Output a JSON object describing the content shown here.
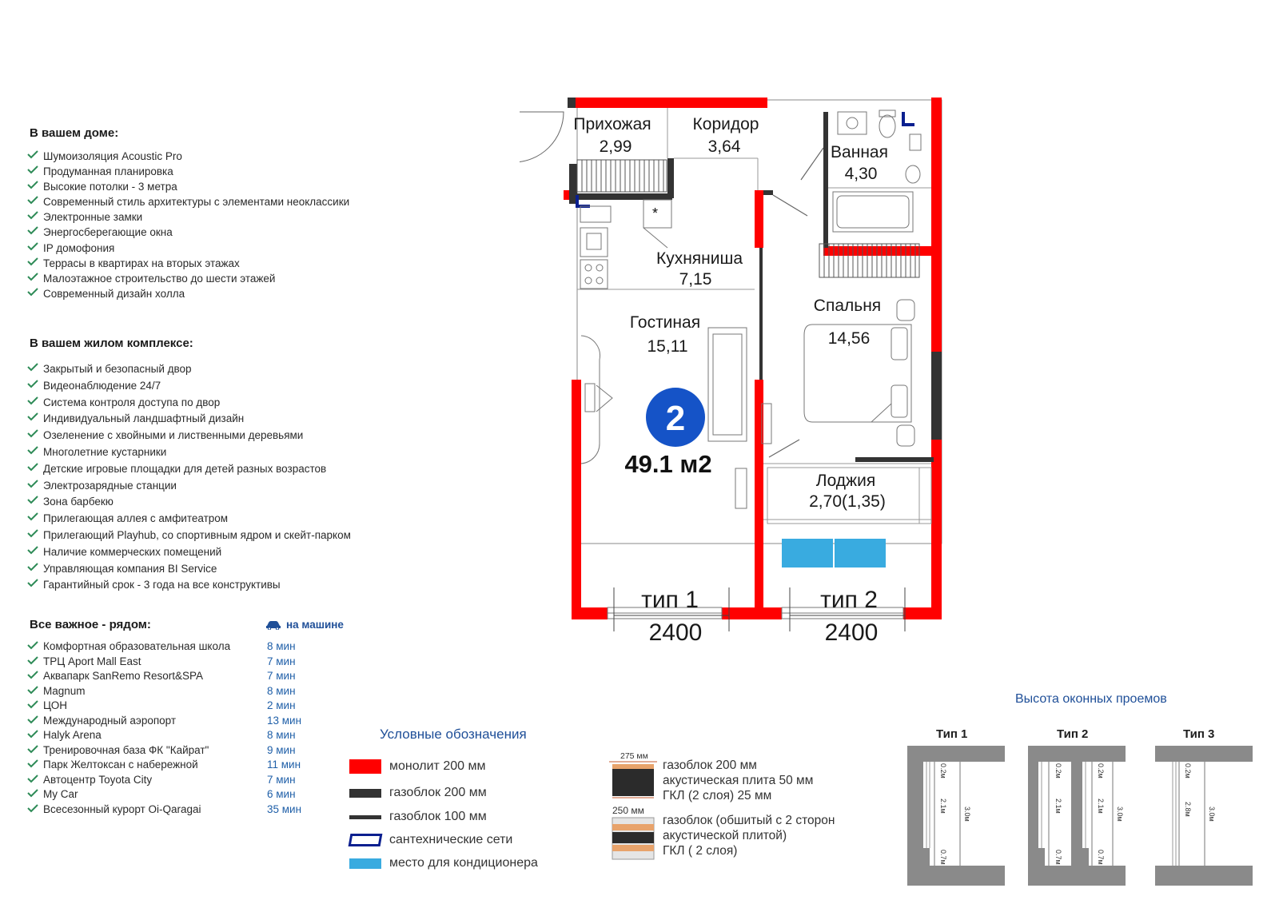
{
  "house": {
    "title": "В вашем доме:",
    "items": [
      "Шумоизоляция Acoustic Pro",
      "Продуманная планировка",
      "Высокие потолки - 3 метра",
      "Современный стиль архитектуры с элементами неоклассики",
      "Электронные замки",
      "Энергосберегающие окна",
      "IP домофония",
      "Террасы в квартирах на вторых этажах",
      "Малоэтажное строительство до шести этажей",
      "Современный дизайн холла"
    ]
  },
  "complex": {
    "title": "В вашем жилом комплексе:",
    "items": [
      "Закрытый и безопасный двор",
      "Видеонаблюдение 24/7",
      "Система контроля доступа по двор",
      "Индивидуальный ландшафтный дизайн",
      "Озеленение с хвойными и лиственными деревьями",
      "Многолетние кустарники",
      "Детские игровые площадки для детей разных возрастов",
      "Электрозарядные станции",
      "Зона барбекю",
      "Прилегающая аллея с амфитеатром",
      "Прилегающий Playhub, со спортивным ядром и скейт-парком",
      "Наличие коммерческих помещений",
      "Управляющая компания BI Service",
      "Гарантийный срок - 3 года на все конструктивы"
    ]
  },
  "nearby": {
    "title": "Все важное - рядом:",
    "mode": "на машине",
    "items": [
      {
        "name": "Комфортная образовательная школа",
        "time": "8 мин"
      },
      {
        "name": "ТРЦ Aport Mall East",
        "time": "7 мин"
      },
      {
        "name": "Аквапарк SanRemo Resort&SPA",
        "time": "7 мин"
      },
      {
        "name": "Magnum",
        "time": "8 мин"
      },
      {
        "name": "ЦОН",
        "time": "2 мин"
      },
      {
        "name": "Международный аэропорт",
        "time": "13 мин"
      },
      {
        "name": "Halyk Arena",
        "time": "8 мин"
      },
      {
        "name": "Тренировочная база ФК \"Кайрат\"",
        "time": "9 мин"
      },
      {
        "name": "Парк Желтоксан с набережной",
        "time": "11 мин"
      },
      {
        "name": "Автоцентр Toyota City",
        "time": "7 мин"
      },
      {
        "name": "My Car",
        "time": "6 мин"
      },
      {
        "name": "Всесезонный курорт Oi-Qaragai",
        "time": "35 мин"
      }
    ]
  },
  "plan": {
    "rooms": [
      {
        "name": "Прихожая",
        "area": "2,99"
      },
      {
        "name": "Коридор",
        "area": "3,64"
      },
      {
        "name": "Ванная",
        "area": "4,30"
      },
      {
        "name": "Кухняниша",
        "area": "7,15"
      },
      {
        "name": "Гостиная",
        "area": "15,11"
      },
      {
        "name": "Спальня",
        "area": "14,56"
      },
      {
        "name": "Лоджия",
        "area": "2,70(1,35)"
      }
    ],
    "rooms_count": "2",
    "total_area": "49.1 м2",
    "kitchen_mark": "*",
    "window_types": [
      {
        "label": "тип 1",
        "width": "2400"
      },
      {
        "label": "тип 2",
        "width": "2400"
      }
    ]
  },
  "legend": {
    "title": "Условные обозначения",
    "items": [
      {
        "label": "монолит 200 мм",
        "color": "#ff0000"
      },
      {
        "label": "газоблок 200 мм",
        "color": "#333333"
      },
      {
        "label": "газоблок 100 мм",
        "color": "#333333"
      },
      {
        "label": "сантехнические сети",
        "color": "#0a1f8f"
      },
      {
        "label": "место для кондиционера",
        "color": "#39abe0"
      }
    ],
    "walls": [
      {
        "dim": "275 мм",
        "lines": [
          "газоблок 200 мм",
          "акустическая плита 50 мм",
          "ГКЛ (2 слоя) 25 мм"
        ]
      },
      {
        "dim": "250 мм",
        "lines": [
          "газоблок (обшитый с 2 сторон",
          "акустической плитой)",
          "ГКЛ ( 2 слоя)"
        ]
      }
    ]
  },
  "windows": {
    "title": "Высота оконных проемов",
    "types": [
      {
        "label": "Тип 1",
        "top": "0.2м",
        "mid": "2.1м",
        "bottom": "0.7м",
        "total": "3.0м"
      },
      {
        "label": "Тип 2",
        "top": "0.2м",
        "mid": "2.1м",
        "bottom": "0.7м",
        "total": "3.0м"
      },
      {
        "label": "Тип 3",
        "top": "0.2м",
        "mid": "2.8м",
        "total": "3.0м"
      }
    ]
  }
}
